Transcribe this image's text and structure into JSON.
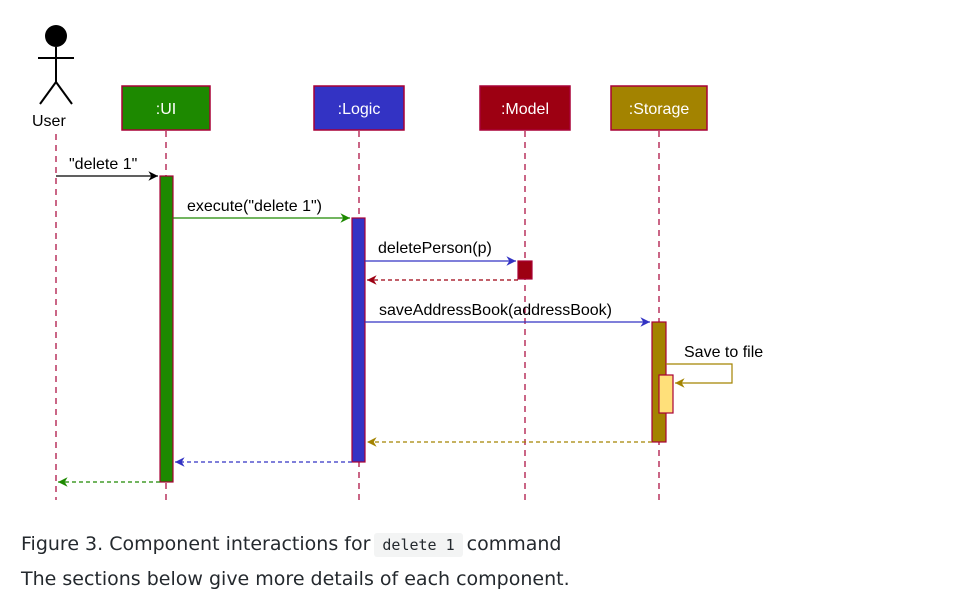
{
  "diagram": {
    "actor": {
      "label": "User"
    },
    "participants": [
      {
        "id": "ui",
        "label": ":UI",
        "fill": "#1d8900",
        "border": "#a80036"
      },
      {
        "id": "logic",
        "label": ":Logic",
        "fill": "#3333c4",
        "border": "#a80036"
      },
      {
        "id": "model",
        "label": ":Model",
        "fill": "#9d0012",
        "border": "#a80036"
      },
      {
        "id": "storage",
        "label": ":Storage",
        "fill": "#a38300",
        "border": "#a80036"
      }
    ],
    "messages": [
      {
        "label": "\"delete 1\"",
        "color": "#000000"
      },
      {
        "label": "execute(\"delete 1\")",
        "color": "#1d8900"
      },
      {
        "label": "deletePerson(p)",
        "color": "#3333c4"
      },
      {
        "label": "saveAddressBook(addressBook)",
        "color": "#3333c4"
      },
      {
        "label": "Save to file",
        "color": "#a38300"
      }
    ],
    "returns": [
      {
        "from": "model",
        "color": "#9d0012"
      },
      {
        "from": "storage",
        "color": "#a38300"
      },
      {
        "from": "logic",
        "color": "#3333c4"
      },
      {
        "from": "ui",
        "color": "#1d8900"
      }
    ],
    "lifeline_color": "#a80036",
    "self_activation_fill": "#ffe07a"
  },
  "caption": {
    "prefix": "Figure 3. Component interactions for",
    "code": "delete 1",
    "suffix": "command",
    "line2": "The sections below give more details of each component."
  }
}
